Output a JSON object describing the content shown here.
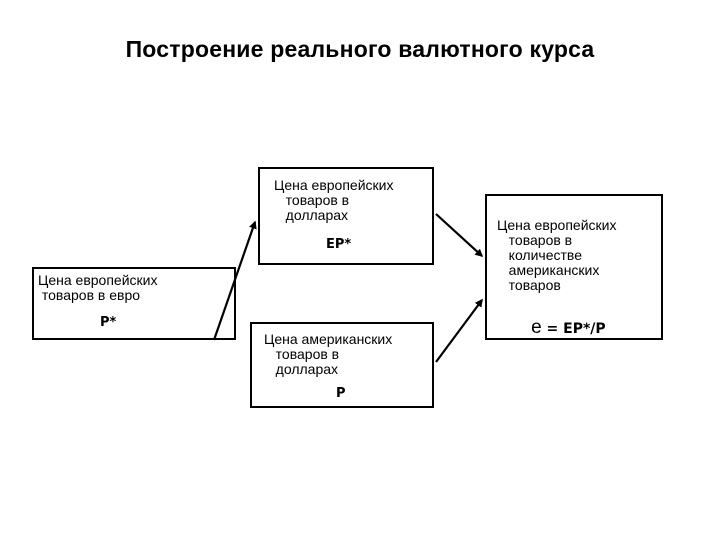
{
  "title": "Построение реального валютного курса",
  "boxes": {
    "p_star": {
      "label": "Цена европейских\n товаров в евро",
      "symbol": "P*"
    },
    "ep_star": {
      "label": "Цена европейских\n   товаров в\n   долларах",
      "symbol": "EP*"
    },
    "p": {
      "label": "Цена американских\n   товаров в\n   долларах",
      "symbol": "P"
    },
    "e": {
      "label": "Цена европейских\n   товаров в\n   количестве\n   американских\n   товаров",
      "symbol_e": "e",
      "symbol_rest": " = EP*/P"
    }
  }
}
